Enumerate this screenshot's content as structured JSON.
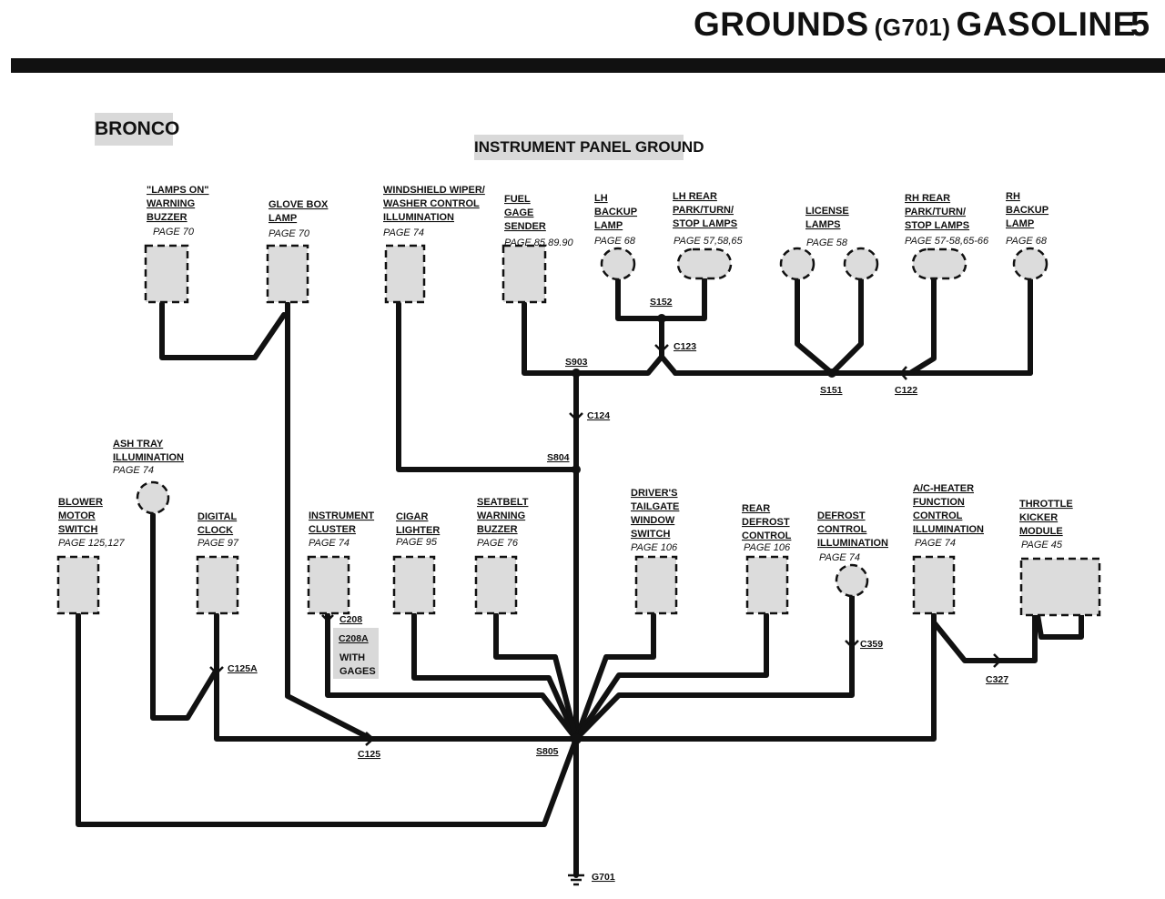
{
  "header": {
    "title_main": "GROUNDS",
    "title_code": "(G701)",
    "title_fuel": "GASOLINE",
    "page_number": "5"
  },
  "vehicle_label": "BRONCO",
  "section_label": "INSTRUMENT PANEL GROUND",
  "components": {
    "lamps_on_buzzer": {
      "name": [
        "\"LAMPS ON\"",
        "WARNING",
        "BUZZER"
      ],
      "page": "PAGE 70"
    },
    "glove_box_lamp": {
      "name": [
        "GLOVE BOX",
        "LAMP"
      ],
      "page": "PAGE 70"
    },
    "windshield_wiper": {
      "name": [
        "WINDSHIELD WIPER/",
        "WASHER CONTROL",
        "ILLUMINATION"
      ],
      "page": "PAGE 74"
    },
    "fuel_gage_sender": {
      "name": [
        "FUEL",
        "GAGE",
        "SENDER"
      ],
      "page": "PAGE 85.89.90"
    },
    "lh_backup_lamp": {
      "name": [
        "LH",
        "BACKUP",
        "LAMP"
      ],
      "page": "PAGE 68"
    },
    "lh_rear_lamps": {
      "name": [
        "LH REAR",
        "PARK/TURN/",
        "STOP LAMPS"
      ],
      "page": "PAGE 57,58,65"
    },
    "license_lamps": {
      "name": [
        "LICENSE",
        "LAMPS"
      ],
      "page": "PAGE 58"
    },
    "rh_rear_lamps": {
      "name": [
        "RH REAR",
        "PARK/TURN/",
        "STOP LAMPS"
      ],
      "page": "PAGE 57-58,65-66"
    },
    "rh_backup_lamp": {
      "name": [
        "RH",
        "BACKUP",
        "LAMP"
      ],
      "page": "PAGE 68"
    },
    "ash_tray": {
      "name": [
        "ASH TRAY",
        "ILLUMINATION"
      ],
      "page": "PAGE 74"
    },
    "blower_motor": {
      "name": [
        "BLOWER",
        "MOTOR",
        "SWITCH"
      ],
      "page": "PAGE 125,127"
    },
    "digital_clock": {
      "name": [
        "DIGITAL",
        "CLOCK"
      ],
      "page": "PAGE 97"
    },
    "instrument_cluster": {
      "name": [
        "INSTRUMENT",
        "CLUSTER"
      ],
      "page": "PAGE 74"
    },
    "cigar_lighter": {
      "name": [
        "CIGAR",
        "LIGHTER"
      ],
      "page": "PAGE 95"
    },
    "seatbelt_buzzer": {
      "name": [
        "SEATBELT",
        "WARNING",
        "BUZZER"
      ],
      "page": "PAGE 76"
    },
    "tailgate_switch": {
      "name": [
        "DRIVER'S",
        "TAILGATE",
        "WINDOW",
        "SWITCH"
      ],
      "page": "PAGE 106"
    },
    "rear_defrost": {
      "name": [
        "REAR",
        "DEFROST",
        "CONTROL"
      ],
      "page": "PAGE 106"
    },
    "defrost_illum": {
      "name": [
        "DEFROST",
        "CONTROL",
        "ILLUMINATION"
      ],
      "page": "PAGE 74"
    },
    "ac_heater": {
      "name": [
        "A/C-HEATER",
        "FUNCTION",
        "CONTROL",
        "ILLUMINATION"
      ],
      "page": "PAGE 74"
    },
    "throttle_kicker": {
      "name": [
        "THROTTLE",
        "KICKER",
        "MODULE"
      ],
      "page": "PAGE 45"
    }
  },
  "connectors": {
    "s152": "S152",
    "c123": "C123",
    "s903": "S903",
    "s151": "S151",
    "c122": "C122",
    "c124": "C124",
    "s804": "S804",
    "c125a": "C125A",
    "c125": "C125",
    "s805": "S805",
    "c208": "C208",
    "c208a": "C208A",
    "c359": "C359",
    "c327": "C327",
    "g701": "G701"
  },
  "notes": {
    "with_gages": [
      "WITH",
      "GAGES"
    ]
  }
}
